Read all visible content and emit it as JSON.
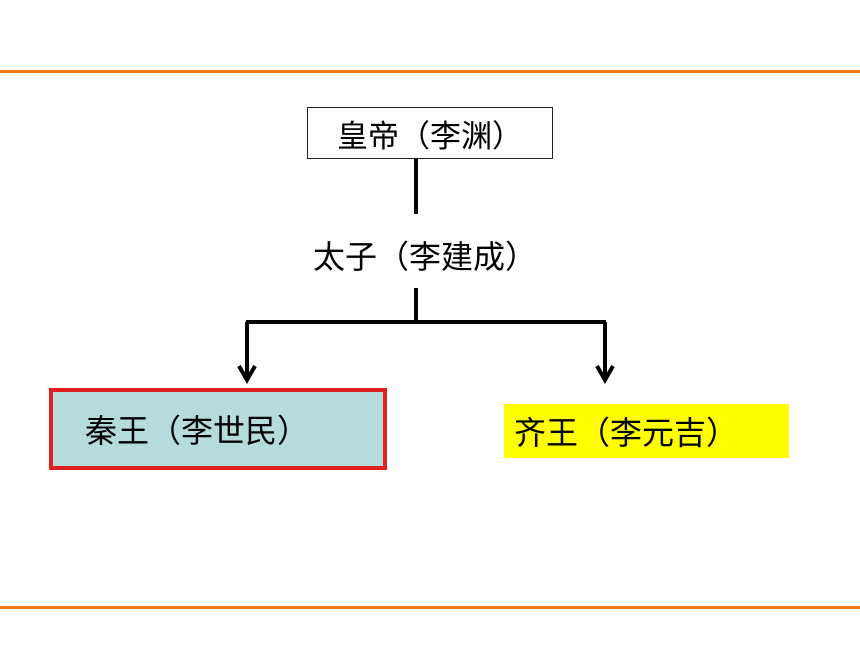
{
  "diagram": {
    "root": {
      "label": "皇帝（李渊）"
    },
    "middle": {
      "label": "太子（李建成）"
    },
    "left_child": {
      "label": "秦王（李世民）",
      "highlight": "#e02020",
      "fill": "#b5dcdb"
    },
    "right_child": {
      "label": "齐王（李元吉）",
      "fill": "#ffff00"
    },
    "accent_rule_color": "#f07a1a"
  }
}
